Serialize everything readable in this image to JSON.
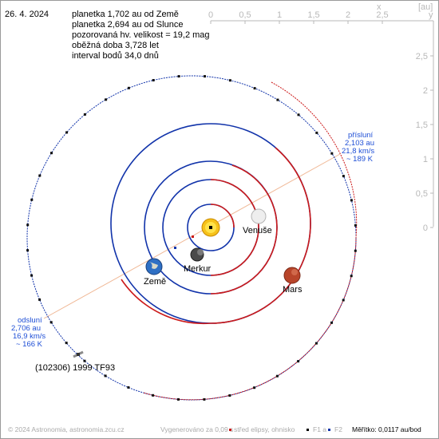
{
  "date": "26. 4. 2024",
  "info_lines": [
    "planetka 1,702 au od Země",
    "planetka 2,694 au od Slunce",
    "pozorovaná hv. velikost = 19,2 mag",
    "oběžná doba 3,728 let",
    "interval bodů 34,0 dnů"
  ],
  "axes": {
    "x_unit": "[au]",
    "x_name": "x",
    "y_name": "y",
    "x_ticks": [
      "0",
      "0,5",
      "1",
      "1,5",
      "2",
      "2,5"
    ],
    "y_ticks": [
      "2,5",
      "2",
      "1,5",
      "1",
      "0,5",
      "0"
    ]
  },
  "perihelion": {
    "title": "přísluní",
    "dist": "2,103 au",
    "speed": "21,8 km/s",
    "temp": "~ 189 K"
  },
  "aphelion": {
    "title": "odsluní",
    "dist": "2,706 au",
    "speed": "16,9 km/s",
    "temp": "~ 166 K"
  },
  "bodies": {
    "venus": "Venuše",
    "earth": "Země",
    "mercury": "Merkur",
    "mars": "Mars",
    "asteroid": "(102306) 1999 TF93"
  },
  "footer": {
    "copyright": "© 2024 Astronomia, astronomia.zcu.cz",
    "generated": "Vygenerováno za 0,09 s",
    "center_legend": "střed elipsy, ohnisko",
    "f1": "F1 a",
    "f2": "F2",
    "scale": "Měřítko: 0,0117 au/bod"
  },
  "colors": {
    "orbit_red": "#cc1a1a",
    "orbit_blue": "#1133aa",
    "label_blue": "#1f4fd6",
    "axis_gray": "#b8b8b8",
    "apsis_line": "#f0b896"
  }
}
